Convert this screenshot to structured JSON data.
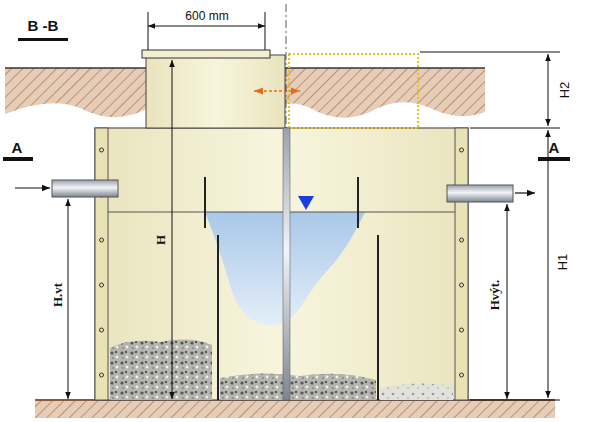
{
  "diagram": {
    "labels": [
      "B -B",
      "600 mm",
      "A",
      "A",
      "H2",
      "H1",
      "H",
      "H.vt",
      "Hvýt."
    ]
  }
}
